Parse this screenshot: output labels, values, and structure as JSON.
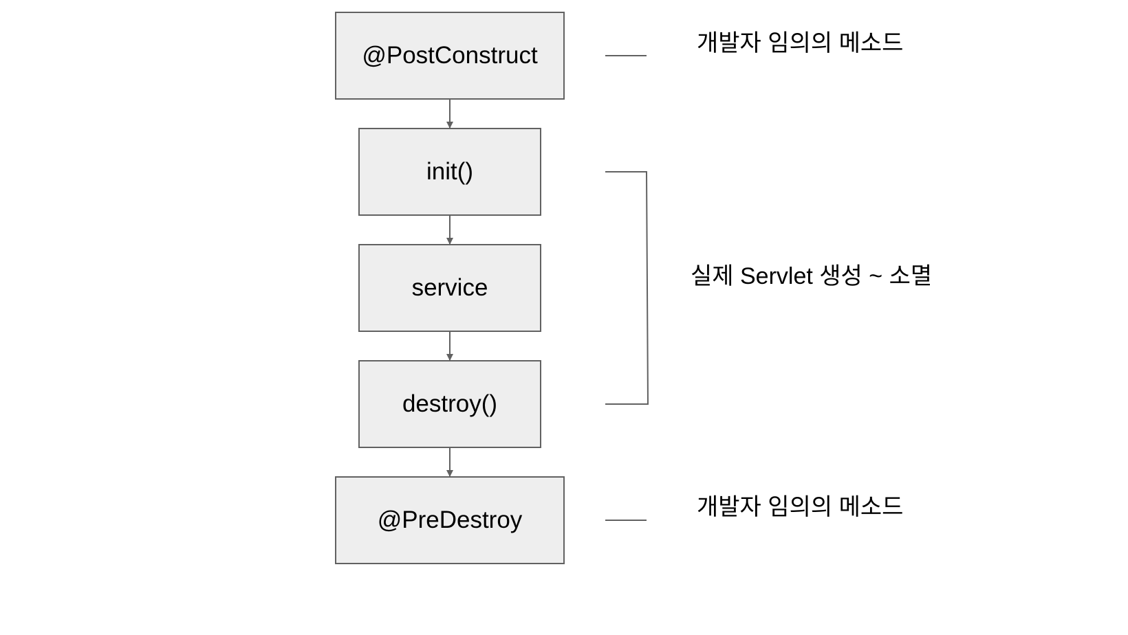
{
  "nodes": [
    {
      "id": "postconstruct",
      "label": "@PostConstruct"
    },
    {
      "id": "init",
      "label": "init()"
    },
    {
      "id": "service",
      "label": "service"
    },
    {
      "id": "destroy",
      "label": "destroy()"
    },
    {
      "id": "predestroy",
      "label": "@PreDestroy"
    }
  ],
  "edges": [
    {
      "from": "postconstruct",
      "to": "init"
    },
    {
      "from": "init",
      "to": "service"
    },
    {
      "from": "service",
      "to": "destroy"
    },
    {
      "from": "destroy",
      "to": "predestroy"
    }
  ],
  "annotations": {
    "postconstruct_note": "개발자 임의의 메소드",
    "servlet_lifecycle_note": "실제 Servlet 생성 ~ 소멸",
    "predestroy_note": "개발자 임의의 메소드"
  },
  "colors": {
    "node_fill": "#eeeeee",
    "node_border": "#616161",
    "line": "#616161",
    "text": "#000000"
  }
}
